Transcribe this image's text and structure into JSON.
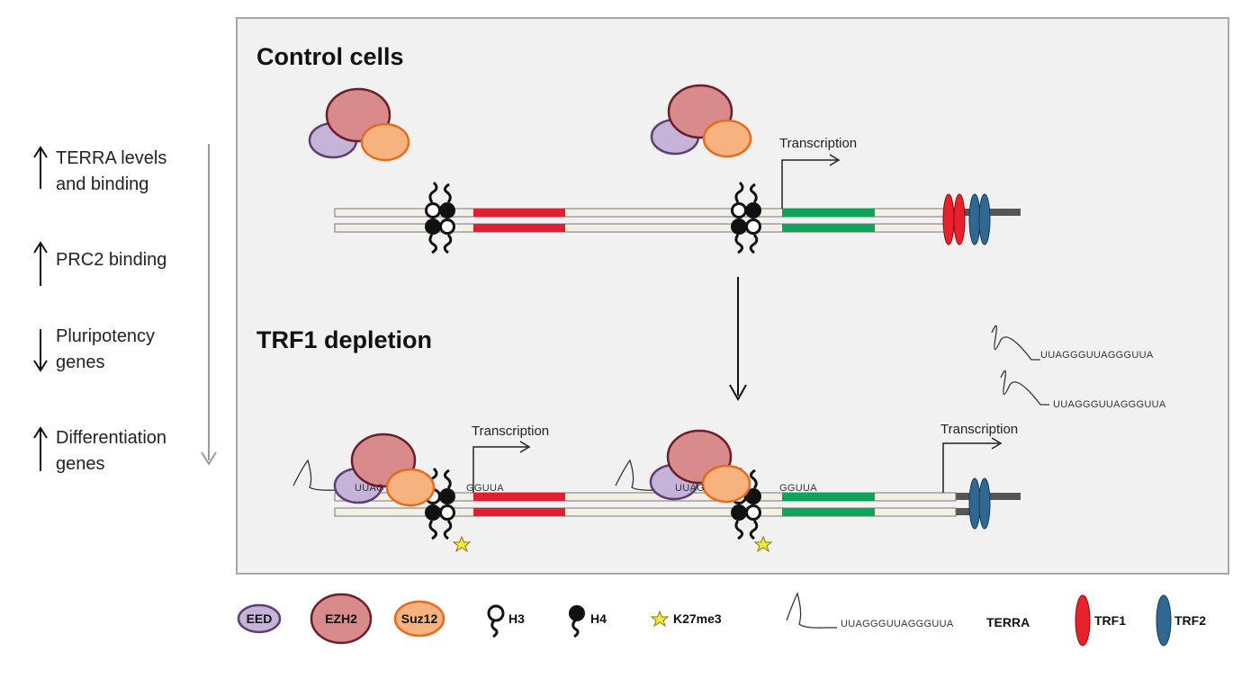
{
  "panel": {
    "control_title": "Control cells",
    "trf1_title": "TRF1 depletion",
    "transcription_label": "Transcription",
    "terra_sequence": "UUAGGGUUAGGGUUA",
    "terra_sequence_short": "GGUUA",
    "terra_sequence_prefix": "UUAG",
    "terra_sequence_prefix_2": "UUAG",
    "terra_sequence_suffix_2": "GGUUA"
  },
  "side_effects": [
    {
      "direction": "up",
      "line1": "TERRA  levels",
      "line2": "and binding"
    },
    {
      "direction": "up",
      "line1": "PRC2 binding",
      "line2": ""
    },
    {
      "direction": "down",
      "line1": "Pluripotency",
      "line2": "genes"
    },
    {
      "direction": "up",
      "line1": "Differentiation",
      "line2": "genes"
    }
  ],
  "legend": {
    "eed": "EED",
    "ezh2": "EZH2",
    "suz12": "Suz12",
    "h3": "H3",
    "h4": "H4",
    "k27me3": "K27me3",
    "terra_seq": "UUAGGGUUAGGGUUA",
    "terra": "TERRA",
    "trf1": "TRF1",
    "trf2": "TRF2"
  },
  "colors": {
    "eed": "#c6b4d8",
    "ezh2": "#d98a8a",
    "suz12": "#f6b27f",
    "trf1": "#e8212b",
    "trf2": "#2f6892",
    "gene_red": "#e31e32",
    "gene_green": "#10a45a",
    "panel_bg": "#f1f1f1"
  }
}
